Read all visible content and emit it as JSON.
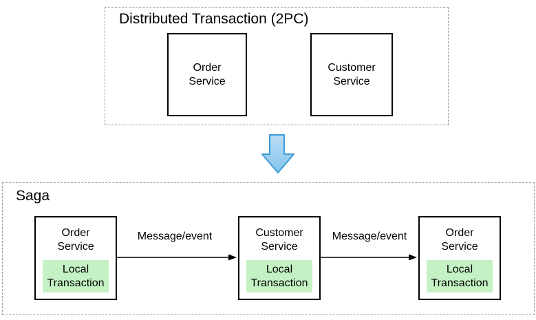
{
  "colors": {
    "dash_border": "#999999",
    "node_border": "#000000",
    "text": "#000000",
    "local_tx_fill": "#c5f2c4",
    "arrow_fill_top": "#b8dcf4",
    "arrow_fill_bottom": "#84c4ed",
    "arrow_border": "#3e9bd6",
    "edge_color": "#000000",
    "background": "#ffffff"
  },
  "two_pc": {
    "title": "Distributed Transaction (2PC)",
    "nodes": [
      {
        "label": "Order\nService"
      },
      {
        "label": "Customer\nService"
      }
    ]
  },
  "saga": {
    "title": "Saga",
    "nodes": [
      {
        "label": "Order\nService",
        "sub": "Local\nTransaction"
      },
      {
        "label": "Customer\nService",
        "sub": "Local\nTransaction"
      },
      {
        "label": "Order\nService",
        "sub": "Local\nTransaction"
      }
    ],
    "edges": [
      {
        "label": "Message/event"
      },
      {
        "label": "Message/event"
      }
    ]
  }
}
